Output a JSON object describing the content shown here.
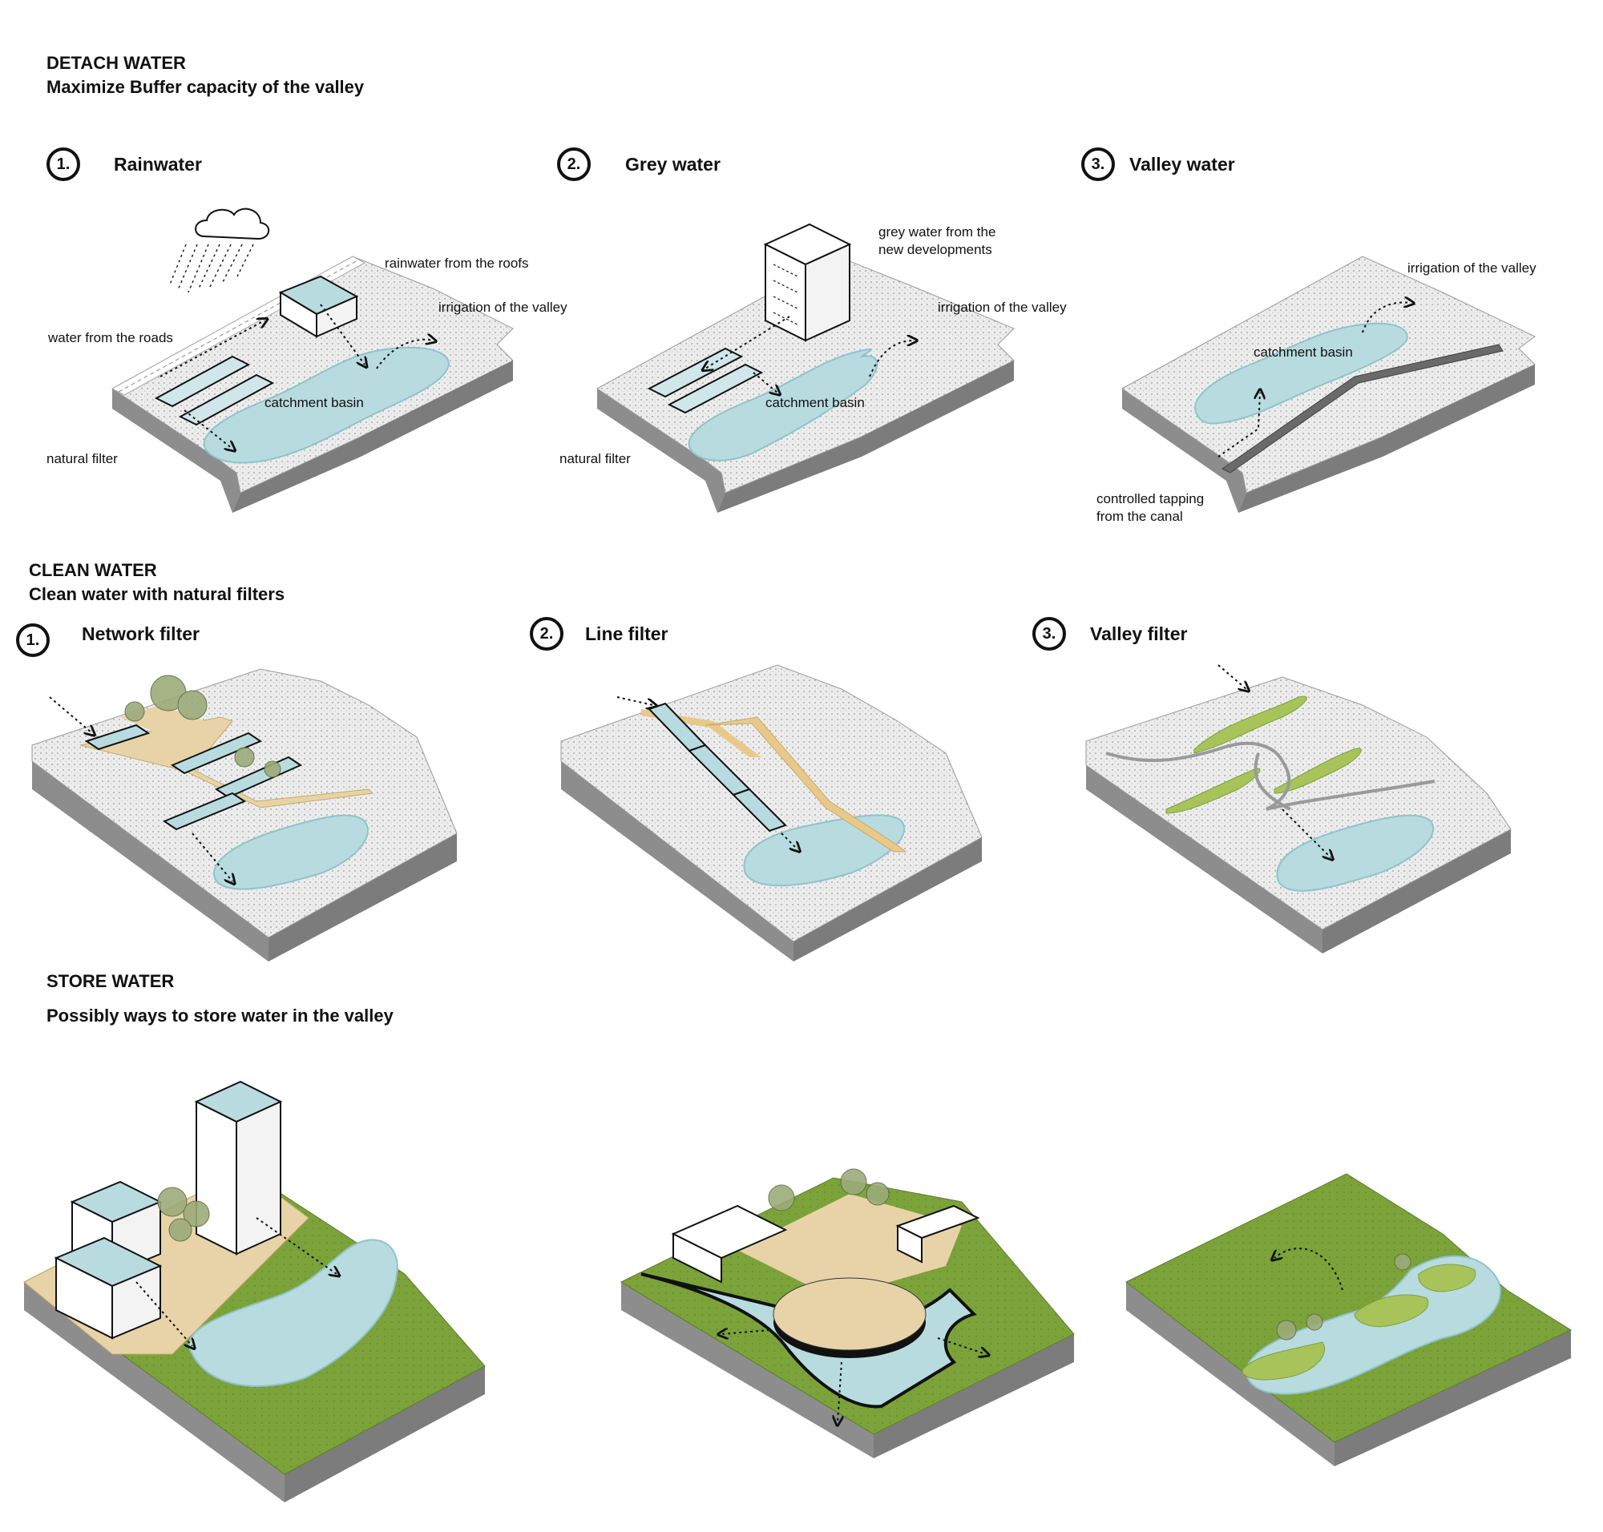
{
  "sections": {
    "detach": {
      "heading": "DETACH WATER",
      "subheading": "Maximize Buffer capacity of the valley",
      "items": [
        {
          "num": "1.",
          "title": "Rainwater"
        },
        {
          "num": "2.",
          "title": "Grey water"
        },
        {
          "num": "3.",
          "title": "Valley water"
        }
      ]
    },
    "clean": {
      "heading": "CLEAN WATER",
      "subheading": "Clean water with natural filters",
      "items": [
        {
          "num": "1.",
          "title": "Network filter"
        },
        {
          "num": "2.",
          "title": "Line filter"
        },
        {
          "num": "3.",
          "title": "Valley filter"
        }
      ]
    },
    "store": {
      "heading": "STORE WATER",
      "subheading": "Possibly ways to store water in the valley"
    }
  },
  "labels": {
    "rain": {
      "roofs": "rainwater from the roofs",
      "irrigation": "irrigation of the valley",
      "roads": "water from the roads",
      "catchment": "catchment basin",
      "filter": "natural filter"
    },
    "grey": {
      "grey_line1": "grey water from the",
      "grey_line2": "new developments",
      "irrigation": "irrigation of the valley",
      "catchment": "catchment basin",
      "filter": "natural filter"
    },
    "valley": {
      "irrigation": "irrigation of the valley",
      "catchment": "catchment basin",
      "tap_line1": "controlled tapping",
      "tap_line2": "from the canal"
    }
  },
  "colors": {
    "water": "#b8dbe0",
    "water_edge": "#8fc3cb",
    "ground_top": "#e9e9e9",
    "ground_side": "#8d8d8d",
    "grass": "#7ba33a",
    "grass_light": "#a8c35a",
    "sand": "#e8d3a8",
    "path": "#e8c98a",
    "building": "#ffffff",
    "tree": "#9cab7a"
  }
}
